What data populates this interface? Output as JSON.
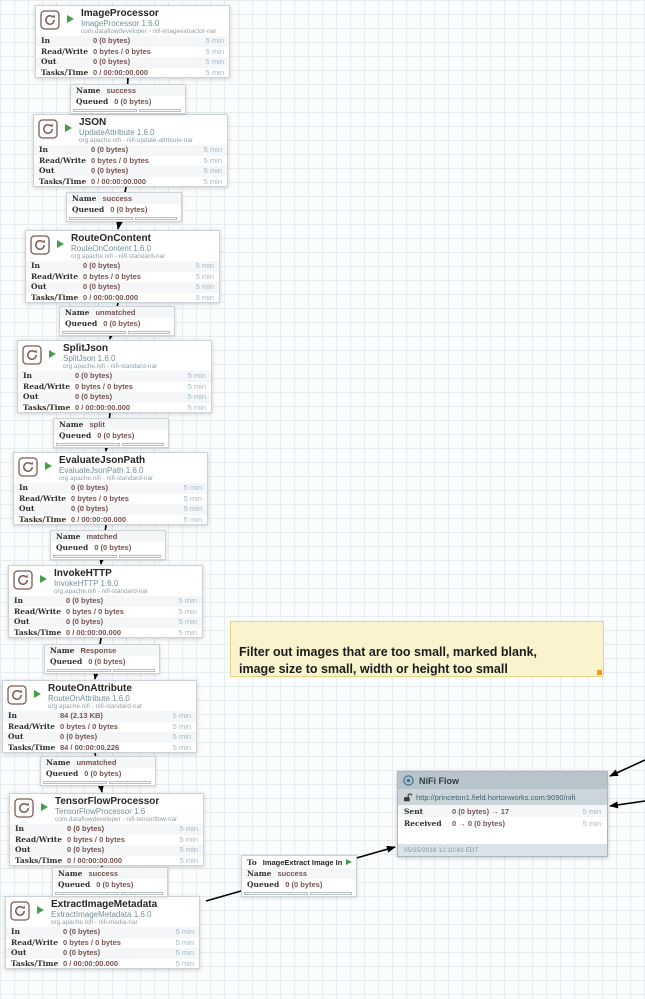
{
  "colors": {
    "value_text": "#775351",
    "type_text": "#728e9b",
    "time_text": "#a2b9c6",
    "run_green": "#44a048",
    "icon_maroon": "#7d5a55",
    "note_bg": "#fbf3cd",
    "note_handle": "#f8971d",
    "rpg_header_bg": "#b7c4ca"
  },
  "stat_labels": {
    "in": "In",
    "read_write": "Read/Write",
    "out": "Out",
    "tasks_time": "Tasks/Time"
  },
  "processors": [
    {
      "name": "ImageProcessor",
      "type": "ImageProcessor 1.6.0",
      "bundle": "com.dataflowdeveloper - nifi-imageextractor-nar",
      "window": "5 min",
      "stats": {
        "in": "0 (0 bytes)",
        "read_write": "0 bytes / 0 bytes",
        "out": "0 (0 bytes)",
        "tasks_time": "0 / 00:00:00.000"
      }
    },
    {
      "name": "JSON",
      "type": "UpdateAttribute 1.6.0",
      "bundle": "org.apache.nifi - nifi-update-attribute-nar",
      "window": "5 min",
      "stats": {
        "in": "0 (0 bytes)",
        "read_write": "0 bytes / 0 bytes",
        "out": "0 (0 bytes)",
        "tasks_time": "0 / 00:00:00.000"
      }
    },
    {
      "name": "RouteOnContent",
      "type": "RouteOnContent 1.6.0",
      "bundle": "org.apache.nifi - nifi-standard-nar",
      "window": "5 min",
      "stats": {
        "in": "0 (0 bytes)",
        "read_write": "0 bytes / 0 bytes",
        "out": "0 (0 bytes)",
        "tasks_time": "0 / 00:00:00.000"
      }
    },
    {
      "name": "SplitJson",
      "type": "SplitJson 1.6.0",
      "bundle": "org.apache.nifi - nifi-standard-nar",
      "window": "5 min",
      "stats": {
        "in": "0 (0 bytes)",
        "read_write": "0 bytes / 0 bytes",
        "out": "0 (0 bytes)",
        "tasks_time": "0 / 00:00:00.000"
      }
    },
    {
      "name": "EvaluateJsonPath",
      "type": "EvaluateJsonPath 1.6.0",
      "bundle": "org.apache.nifi - nifi-standard-nar",
      "window": "5 min",
      "stats": {
        "in": "0 (0 bytes)",
        "read_write": "0 bytes / 0 bytes",
        "out": "0 (0 bytes)",
        "tasks_time": "0 / 00:00:00.000"
      }
    },
    {
      "name": "InvokeHTTP",
      "type": "InvokeHTTP 1.6.0",
      "bundle": "org.apache.nifi - nifi-standard-nar",
      "window": "5 min",
      "stats": {
        "in": "0 (0 bytes)",
        "read_write": "0 bytes / 0 bytes",
        "out": "0 (0 bytes)",
        "tasks_time": "0 / 00:00:00.000"
      }
    },
    {
      "name": "RouteOnAttribute",
      "type": "RouteOnAttribute 1.6.0",
      "bundle": "org.apache.nifi - nifi-standard-nar",
      "window": "5 min",
      "stats": {
        "in": "84 (2.13 KB)",
        "read_write": "0 bytes / 0 bytes",
        "out": "0 (0 bytes)",
        "tasks_time": "84 / 00:00:00.226"
      }
    },
    {
      "name": "TensorFlowProcessor",
      "type": "TensorFlowProcessor 1.6",
      "bundle": "com.dataflowdeveloper - nifi-tensorflow-nar",
      "window": "5 min",
      "stats": {
        "in": "0 (0 bytes)",
        "read_write": "0 bytes / 0 bytes",
        "out": "0 (0 bytes)",
        "tasks_time": "0 / 00:00:00.000"
      }
    },
    {
      "name": "ExtractImageMetadata",
      "type": "ExtractImageMetadata 1.6.0",
      "bundle": "org.apache.nifi - nifi-media-nar",
      "window": "5 min",
      "stats": {
        "in": "0 (0 bytes)",
        "read_write": "0 bytes / 0 bytes",
        "out": "0 (0 bytes)",
        "tasks_time": "0 / 00:00:00.000"
      }
    }
  ],
  "connections": [
    {
      "name_label": "Name",
      "name": "success",
      "queued_label": "Queued",
      "queued": "0 (0 bytes)"
    },
    {
      "name_label": "Name",
      "name": "success",
      "queued_label": "Queued",
      "queued": "0 (0 bytes)"
    },
    {
      "name_label": "Name",
      "name": "unmatched",
      "queued_label": "Queued",
      "queued": "0 (0 bytes)"
    },
    {
      "name_label": "Name",
      "name": "split",
      "queued_label": "Queued",
      "queued": "0 (0 bytes)"
    },
    {
      "name_label": "Name",
      "name": "matched",
      "queued_label": "Queued",
      "queued": "0 (0 bytes)"
    },
    {
      "name_label": "Name",
      "name": "Response",
      "queued_label": "Queued",
      "queued": "0 (0 bytes)"
    },
    {
      "name_label": "Name",
      "name": "unmatched",
      "queued_label": "Queued",
      "queued": "0 (0 bytes)"
    },
    {
      "name_label": "Name",
      "name": "success",
      "queued_label": "Queued",
      "queued": "0 (0 bytes)"
    }
  ],
  "remote_connection": {
    "to_label": "To",
    "port": "ImageExtract Image In",
    "name_label": "Name",
    "name": "success",
    "queued_label": "Queued",
    "queued": "0 (0 bytes)"
  },
  "note": {
    "text": "Filter out images that are too small, marked blank,\nimage size to small, width or height too small"
  },
  "remote_group": {
    "title": "NiFi Flow",
    "url": "http://princeton1.field.hortonworks.com:9090/nifi",
    "sent_label": "Sent",
    "sent": "0 (0 bytes) → 17",
    "received_label": "Received",
    "received": "0 → 0 (0 bytes)",
    "window": "5 min",
    "timestamp": "05/25/2018 12:10:43 EDT"
  }
}
